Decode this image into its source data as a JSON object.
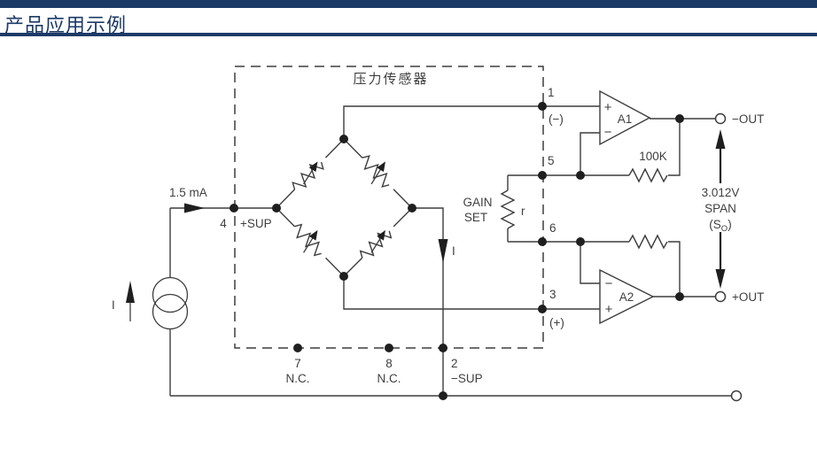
{
  "header": {
    "title": "产品应用示例"
  },
  "colors": {
    "navy": "#1c3a66",
    "ink": "#3d3d3d"
  },
  "sensor": {
    "box_label": "压力传感器",
    "bridge_current_label": "I"
  },
  "source": {
    "value": "1.5 mA",
    "current_label": "I"
  },
  "pins": {
    "p1": {
      "num": "1",
      "sub": "(−)"
    },
    "p5": {
      "num": "5"
    },
    "p6": {
      "num": "6"
    },
    "p3": {
      "num": "3",
      "sub": "(+)"
    },
    "p4": {
      "num": "4",
      "sub": "+SUP"
    },
    "p7": {
      "num": "7",
      "sub": "N.C."
    },
    "p8": {
      "num": "8",
      "sub": "N.C."
    },
    "p2": {
      "num": "2",
      "sub": "−SUP"
    }
  },
  "gain": {
    "line1": "GAIN",
    "line2": "SET",
    "resistor": "r"
  },
  "feedback": {
    "value": "100K"
  },
  "amps": {
    "a1": "A1",
    "a2": "A2",
    "plus": "+",
    "minus": "−"
  },
  "outputs": {
    "neg": "−OUT",
    "pos": "+OUT"
  },
  "span": {
    "value": "3.012V",
    "label": "SPAN",
    "sym_open": "(S",
    "sym_sub": "O",
    "sym_close": ")"
  }
}
